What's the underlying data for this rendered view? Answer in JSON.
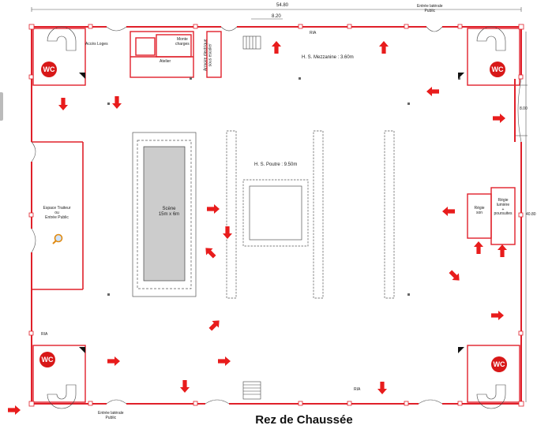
{
  "title": "Rez de Chaussée",
  "labels": {
    "total_width": "54.80",
    "inner_dim": "8.20",
    "entree_laterale_top": "Entrée latérale\nPublic",
    "entree_laterale_bottom": "Entrée latérale\nPublic",
    "acces_loges": "Accès Loges",
    "monte_charges": "Monte\ncharges",
    "atelier": "Atelier",
    "armoire": "Armoire électrique\nsous escalier",
    "ria_top": "RIA",
    "ria_bottom_left": "RIA",
    "ria_bottom_mid": "RIA",
    "hs_mezzanine": "H. S. Mezzanine : 3.60m",
    "hs_poutre": "H. S. Poutre : 9.50m",
    "scene": "Scène\n15m x 6m",
    "espace_traiteur": "Espace Traiteur\nou\nEntrée Public",
    "regie_son": "Régie\nson",
    "regie_lumiere": "Régie\nlumière\n+\npoursuites",
    "right_dim": "8.00",
    "right_total": "40.80",
    "wc": "WC"
  },
  "colors": {
    "wall": "#e0202a",
    "arrow": "#e81c1c",
    "structure": "#555555",
    "stage_fill": "#cccccc"
  }
}
